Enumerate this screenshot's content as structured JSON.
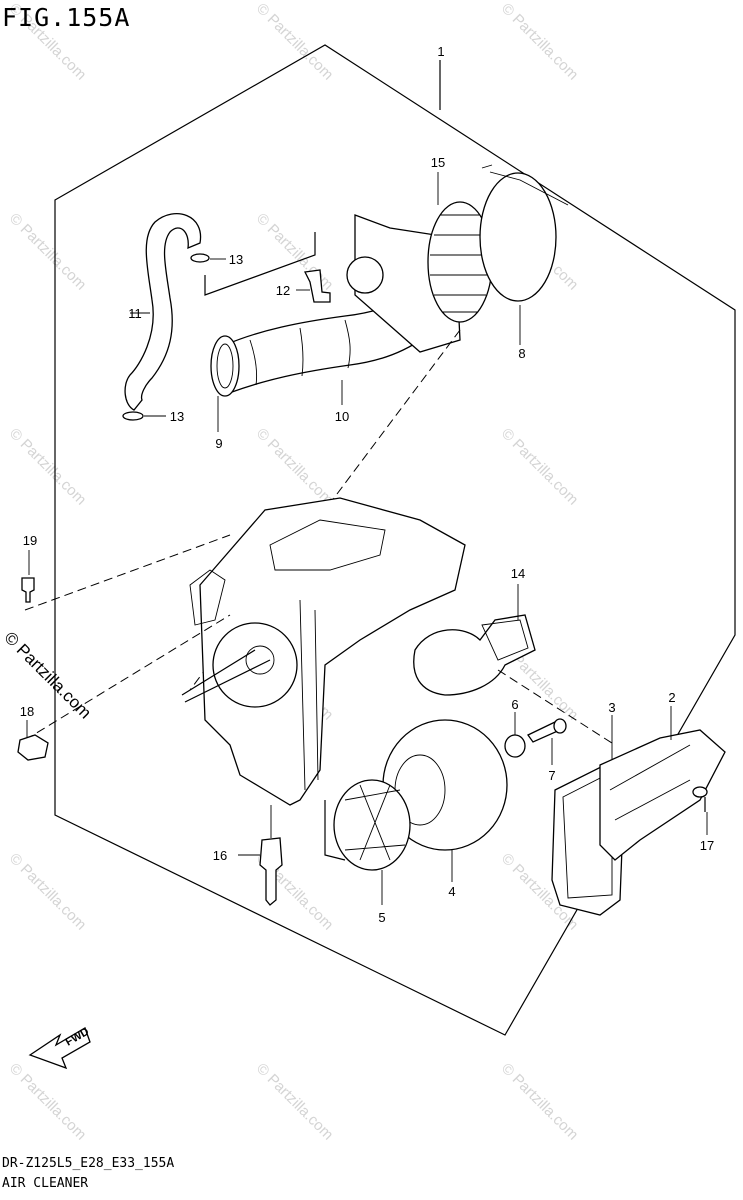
{
  "figure": {
    "title": "FIG.155A",
    "model_code": "DR-Z125L5_E28_E33_155A",
    "section_name": "AIR CLEANER"
  },
  "callouts": [
    "1",
    "2",
    "3",
    "4",
    "5",
    "6",
    "7",
    "8",
    "9",
    "10",
    "11",
    "12",
    "13",
    "13",
    "14",
    "15",
    "16",
    "17",
    "18",
    "19"
  ],
  "watermark": {
    "large_text": "© Partzilla.com",
    "small_text": "© Partzilla.com"
  },
  "direction_badge": "FWD"
}
